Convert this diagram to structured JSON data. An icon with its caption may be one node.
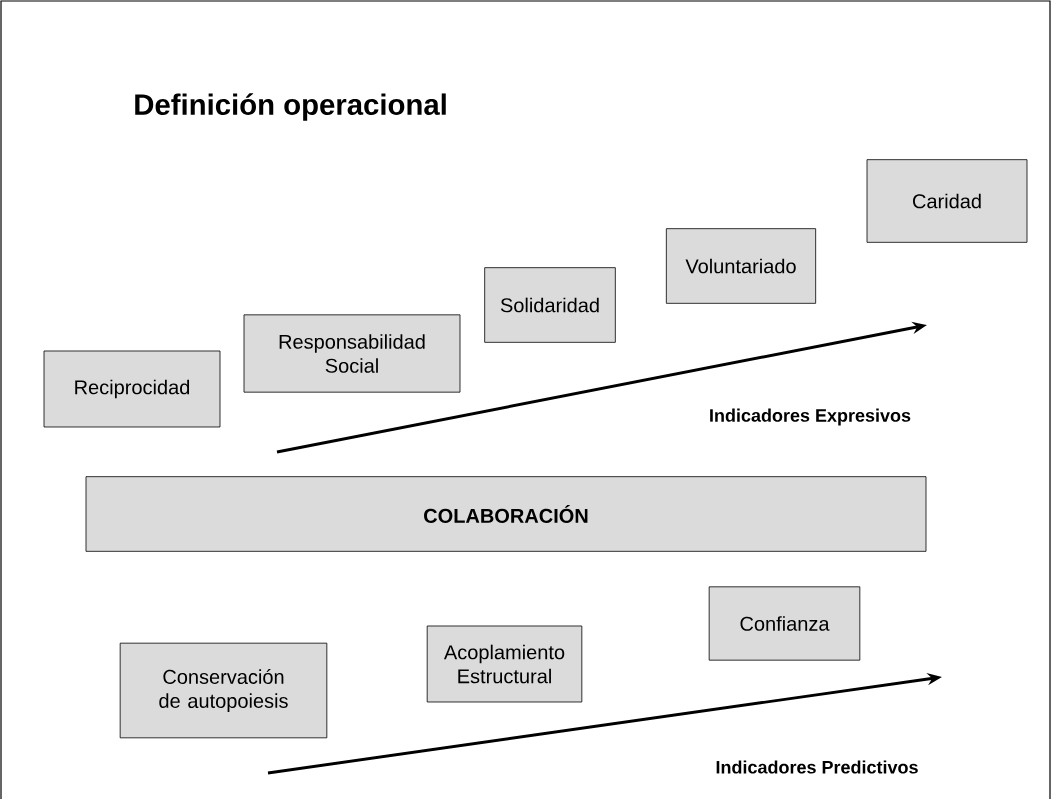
{
  "diagram": {
    "title": "Definición operacional",
    "nodes": [
      {
        "text": [
          "Reciprocidad"
        ]
      },
      {
        "text": [
          "Responsabilidad Social"
        ]
      },
      {
        "text": [
          "Solidaridad"
        ]
      },
      {
        "text": [
          "Voluntariado"
        ]
      },
      {
        "text": [
          "Caridad"
        ]
      },
      {
        "text": [
          "COLABORACIÓN"
        ]
      },
      {
        "text": [
          "Conservación de autopoiesis"
        ]
      },
      {
        "text": [
          "Acoplamiento Estructural"
        ]
      },
      {
        "text": [
          "Confianza"
        ]
      }
    ],
    "labels": [
      "Indicadores Expresivos",
      "Indicadores Predictivos"
    ]
  }
}
